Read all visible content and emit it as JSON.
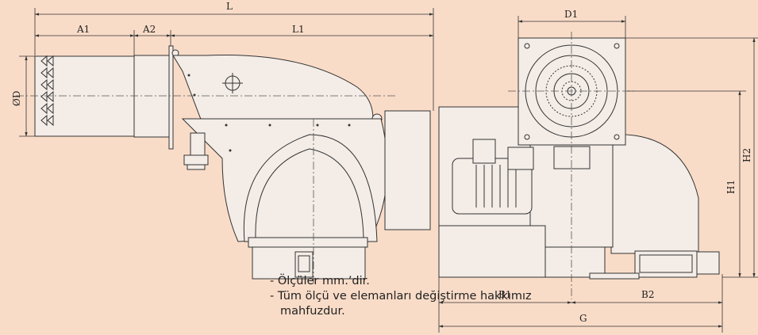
{
  "dimensions": {
    "L": "L",
    "A1": "A1",
    "A2": "A2",
    "L1": "L1",
    "D": "ØD",
    "D1": "D1",
    "H1": "H1",
    "H2": "H2",
    "B1": "B1",
    "B2": "B2",
    "G": "G"
  },
  "notes": {
    "line1": "- Ölçüler mm.’dir.",
    "line2": "- Tüm ölçü ve elemanları değiştirme hakkımız",
    "line3": "mahfuzdur."
  },
  "colors": {
    "background": "#f9dcc8",
    "stroke": "#333333",
    "fill": "#f3ece7"
  }
}
